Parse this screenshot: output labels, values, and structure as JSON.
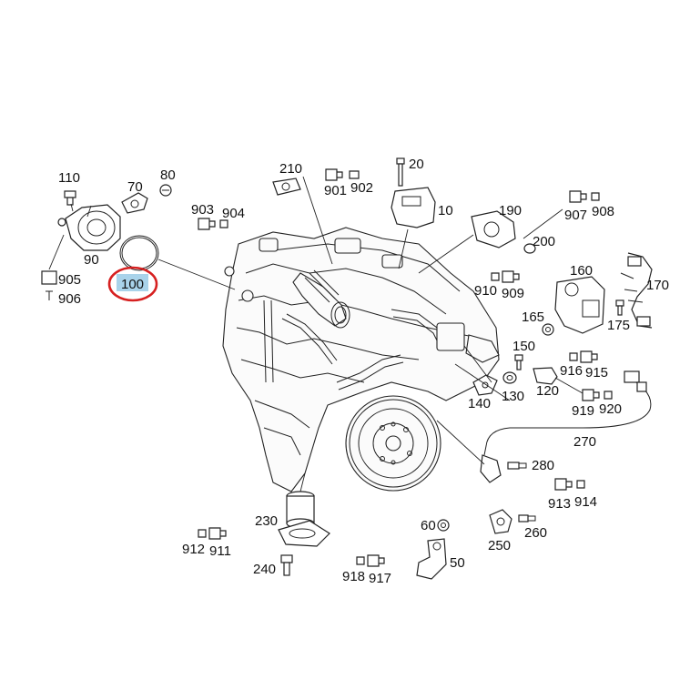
{
  "highlight": {
    "label": "100",
    "box_color": "#a9d3ea",
    "ring_color": "#d62020"
  },
  "callouts": [
    {
      "id": "c110",
      "text": "110"
    },
    {
      "id": "c80",
      "text": "80"
    },
    {
      "id": "c70",
      "text": "70"
    },
    {
      "id": "c903",
      "text": "903"
    },
    {
      "id": "c904",
      "text": "904"
    },
    {
      "id": "c90",
      "text": "90"
    },
    {
      "id": "c905",
      "text": "905"
    },
    {
      "id": "c906",
      "text": "906"
    },
    {
      "id": "c100",
      "text": "100"
    },
    {
      "id": "c210",
      "text": "210"
    },
    {
      "id": "c901",
      "text": "901"
    },
    {
      "id": "c902",
      "text": "902"
    },
    {
      "id": "c20",
      "text": "20"
    },
    {
      "id": "c10",
      "text": "10"
    },
    {
      "id": "c190",
      "text": "190"
    },
    {
      "id": "c907",
      "text": "907"
    },
    {
      "id": "c908",
      "text": "908"
    },
    {
      "id": "c200",
      "text": "200"
    },
    {
      "id": "c160",
      "text": "160"
    },
    {
      "id": "c910",
      "text": "910"
    },
    {
      "id": "c909",
      "text": "909"
    },
    {
      "id": "c170",
      "text": "170"
    },
    {
      "id": "c165",
      "text": "165"
    },
    {
      "id": "c175",
      "text": "175"
    },
    {
      "id": "c150",
      "text": "150"
    },
    {
      "id": "c916",
      "text": "916"
    },
    {
      "id": "c915",
      "text": "915"
    },
    {
      "id": "c140",
      "text": "140"
    },
    {
      "id": "c130",
      "text": "130"
    },
    {
      "id": "c120",
      "text": "120"
    },
    {
      "id": "c919",
      "text": "919"
    },
    {
      "id": "c920",
      "text": "920"
    },
    {
      "id": "c270",
      "text": "270"
    },
    {
      "id": "c280",
      "text": "280"
    },
    {
      "id": "c913",
      "text": "913"
    },
    {
      "id": "c914",
      "text": "914"
    },
    {
      "id": "c230",
      "text": "230"
    },
    {
      "id": "c60",
      "text": "60"
    },
    {
      "id": "c260",
      "text": "260"
    },
    {
      "id": "c250",
      "text": "250"
    },
    {
      "id": "c912",
      "text": "912"
    },
    {
      "id": "c911",
      "text": "911"
    },
    {
      "id": "c240",
      "text": "240"
    },
    {
      "id": "c50",
      "text": "50"
    },
    {
      "id": "c918",
      "text": "918"
    },
    {
      "id": "c917",
      "text": "917"
    }
  ]
}
